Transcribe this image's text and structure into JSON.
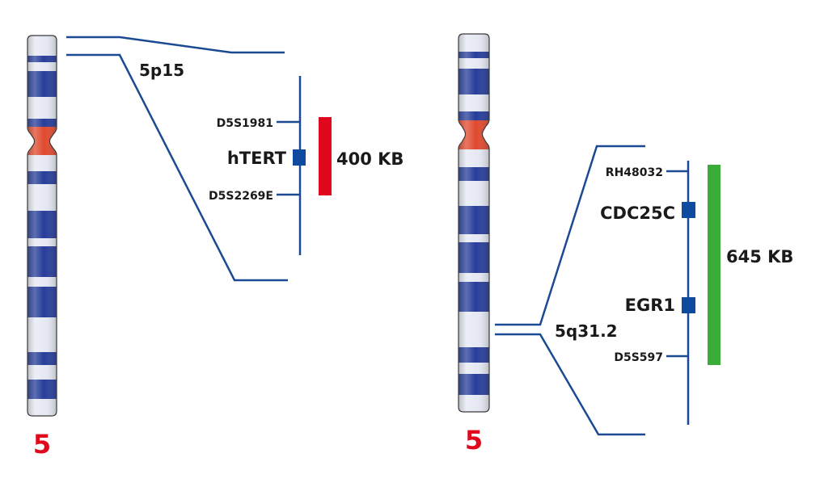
{
  "colors": {
    "band_dark": "#263d9a",
    "band_light": "#e6e9f4",
    "centromere": "#e04a2f",
    "line": "#1b4a94",
    "marker": "#0e4aa0",
    "region_left": "#e0081c",
    "region_right": "#3aad38",
    "chromosome_number": "#e0081c",
    "text": "#1a1a1a"
  },
  "left_panel": {
    "chromosome_number": "5",
    "band_label": "5p15",
    "markers": [
      "D5S1981",
      "D5S2269E"
    ],
    "gene": "hTERT",
    "region_size": "400 KB"
  },
  "right_panel": {
    "chromosome_number": "5",
    "band_label": "5q31.2",
    "markers": [
      "RH48032",
      "D5S597"
    ],
    "genes": [
      "CDC25C",
      "EGR1"
    ],
    "region_size": "645 KB"
  }
}
